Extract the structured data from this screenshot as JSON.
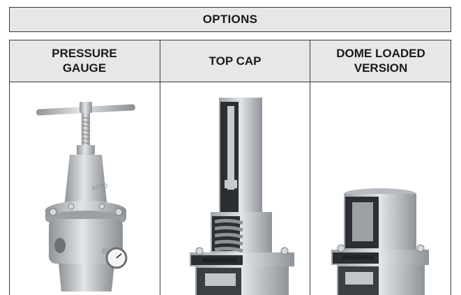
{
  "banner": {
    "title": "OPTIONS"
  },
  "columns": [
    {
      "label": "PRESSURE\nGAUGE",
      "image": "pressure-regulator-with-gauge"
    },
    {
      "label": "TOP CAP",
      "image": "top-cap-cutaway"
    },
    {
      "label": "DOME LOADED\nVERSION",
      "image": "dome-loaded-cutaway"
    }
  ],
  "colors": {
    "header_bg": "#e6e7e8",
    "border": "#3a3a3a",
    "metal": "#c9cdd0",
    "cutaway": "#2b2f33"
  }
}
